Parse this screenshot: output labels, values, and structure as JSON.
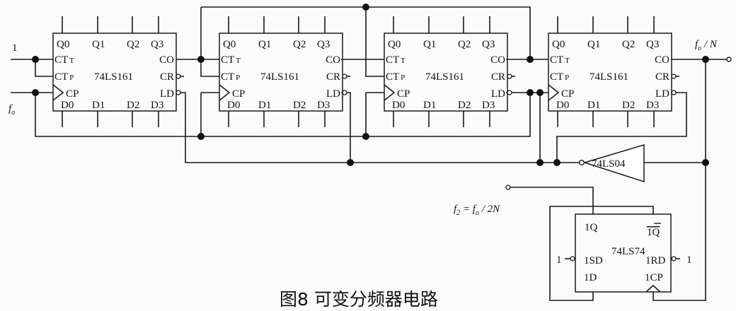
{
  "caption": "图8 可变分频器电路",
  "counter_part": "74LS161",
  "counters": [
    {
      "part": "74LS161"
    },
    {
      "part": "74LS161"
    },
    {
      "part": "74LS161"
    },
    {
      "part": "74LS161"
    }
  ],
  "counter_pins": {
    "top": [
      "Q0",
      "Q1",
      "Q2",
      "Q3"
    ],
    "bottom": [
      "D0",
      "D1",
      "D2",
      "D3"
    ],
    "left": [
      {
        "main": "CT",
        "sub": "T"
      },
      {
        "main": "CT",
        "sub": "P"
      },
      {
        "main": "CP"
      }
    ],
    "right": [
      "CO",
      "CR",
      "LD"
    ]
  },
  "inputs": {
    "enable_label": "1",
    "clock_label": {
      "main": "f",
      "sub": "o"
    }
  },
  "output": {
    "main": "f",
    "sub": "o",
    "rest": " / N"
  },
  "inverter": {
    "part": "74LS04"
  },
  "flipflop": {
    "part": "74LS74",
    "pins": {
      "q": "1Q",
      "qbar": "1Q",
      "sd": "1SD",
      "rd": "1RD",
      "d": "1D",
      "cp": "1CP"
    },
    "sd_tie": "1",
    "rd_tie": "1"
  },
  "f2_label": {
    "a": "f",
    "a_sub": "2",
    "eq": " = ",
    "b": "f",
    "b_sub": "o",
    "rest": " / 2N"
  }
}
